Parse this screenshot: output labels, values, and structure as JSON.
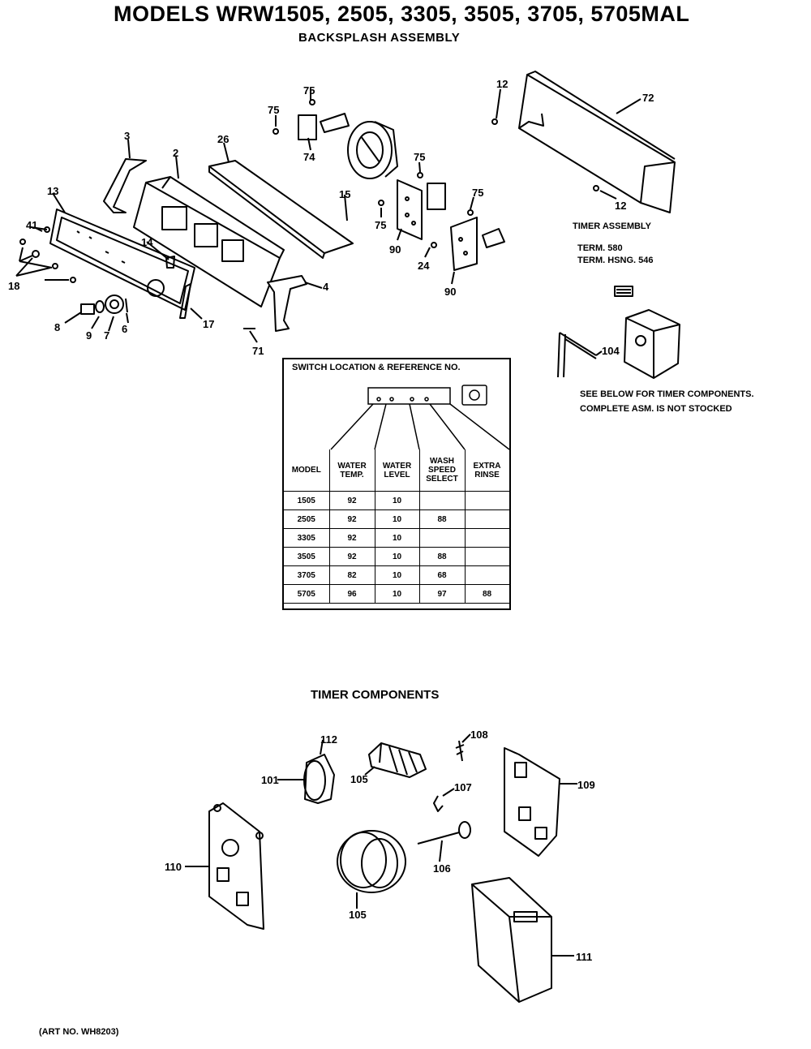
{
  "header": {
    "title": "MODELS WRW1505, 2505, 3305, 3505, 3705, 5705MAL",
    "subtitle": "BACKSPLASH ASSEMBLY"
  },
  "timer_assembly": {
    "label": "TIMER ASSEMBLY",
    "term": "TERM. 580",
    "term_housing": "TERM. HSNG. 546",
    "note_line1": "SEE BELOW FOR TIMER COMPONENTS.",
    "note_line2": "COMPLETE ASM. IS NOT STOCKED"
  },
  "switch_table": {
    "title": "SWITCH LOCATION & REFERENCE NO.",
    "headers": [
      [
        "MODEL"
      ],
      [
        "WATER",
        "TEMP."
      ],
      [
        "WATER",
        "LEVEL"
      ],
      [
        "WASH",
        "SPEED",
        "SELECT"
      ],
      [
        "EXTRA",
        "RINSE"
      ]
    ],
    "rows": [
      [
        "1505",
        "92",
        "10",
        "",
        ""
      ],
      [
        "2505",
        "92",
        "10",
        "88",
        ""
      ],
      [
        "3305",
        "92",
        "10",
        "",
        ""
      ],
      [
        "3505",
        "92",
        "10",
        "88",
        ""
      ],
      [
        "3705",
        "82",
        "10",
        "68",
        ""
      ],
      [
        "5705",
        "96",
        "10",
        "97",
        "88"
      ]
    ]
  },
  "timer_components": {
    "title": "TIMER COMPONENTS"
  },
  "part_numbers": {
    "p75a": "75",
    "p75b": "75",
    "p75c": "75",
    "p75d": "75",
    "p75e": "75",
    "p74": "74",
    "p12a": "12",
    "p12b": "12",
    "p72": "72",
    "p3": "3",
    "p2": "2",
    "p26": "26",
    "p15": "15",
    "p13": "13",
    "p41": "41",
    "p18": "18",
    "p14": "14",
    "p90a": "90",
    "p90b": "90",
    "p24": "24",
    "p4": "4",
    "p17": "17",
    "p8": "8",
    "p9": "9",
    "p7": "7",
    "p6": "6",
    "p71": "71",
    "p104": "104",
    "p112": "112",
    "p101": "101",
    "p105a": "105",
    "p108": "108",
    "p107": "107",
    "p109": "109",
    "p110": "110",
    "p105b": "105",
    "p106": "106",
    "p111": "111"
  },
  "footer": {
    "art_no": "(ART NO. WH8203)"
  }
}
